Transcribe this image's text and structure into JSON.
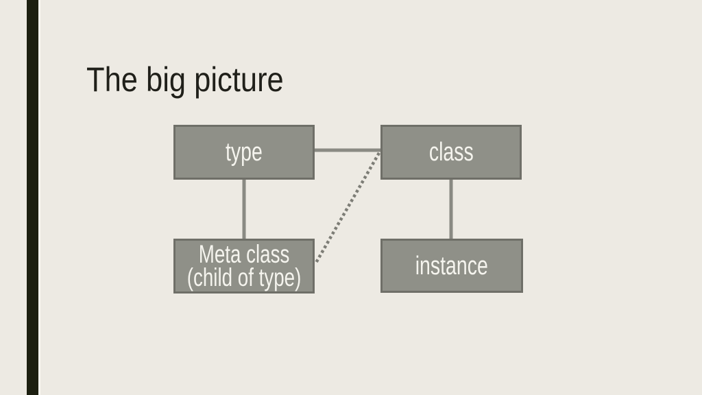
{
  "slide": {
    "title": "The big picture"
  },
  "diagram": {
    "nodes": {
      "type": {
        "label": "type"
      },
      "class": {
        "label": "class"
      },
      "meta": {
        "line1": "Meta class",
        "line2": "(child of type)"
      },
      "instance": {
        "label": "instance"
      }
    },
    "connections": [
      {
        "from": "type",
        "to": "class",
        "style": "solid"
      },
      {
        "from": "type",
        "to": "meta",
        "style": "solid"
      },
      {
        "from": "class",
        "to": "instance",
        "style": "solid"
      },
      {
        "from": "class",
        "to": "meta",
        "style": "dashed"
      }
    ]
  },
  "colors": {
    "background": "#edeae3",
    "accent_bar": "#1c1f10",
    "accent_bar_edge": "#faf8f1",
    "title_text": "#20201a",
    "node_fill": "#8f9088",
    "node_border": "#6f6f68",
    "node_text": "#f5f4ee",
    "connector": "#8a8a83",
    "connector_dashed": "#7d7d76"
  }
}
